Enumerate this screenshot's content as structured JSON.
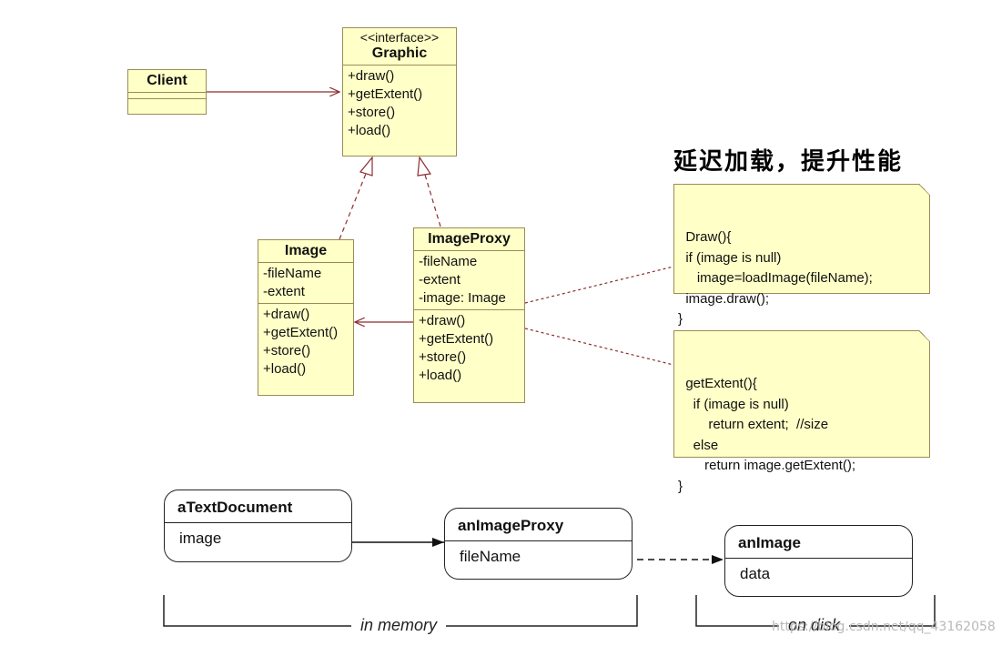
{
  "class_diagram": {
    "client": {
      "name": "Client"
    },
    "graphic": {
      "stereotype": "<<interface>>",
      "name": "Graphic",
      "operations": [
        "+draw()",
        "+getExtent()",
        "+store()",
        "+load()"
      ]
    },
    "image": {
      "name": "Image",
      "attributes": [
        "-fileName",
        "-extent"
      ],
      "operations": [
        "+draw()",
        "+getExtent()",
        "+store()",
        "+load()"
      ]
    },
    "image_proxy": {
      "name": "ImageProxy",
      "attributes": [
        "-fileName",
        "-extent",
        "-image: Image"
      ],
      "operations": [
        "+draw()",
        "+getExtent()",
        "+store()",
        "+load()"
      ]
    }
  },
  "heading": "延迟加载，提升性能",
  "notes": {
    "draw_note": "Draw(){\n  if (image is null)\n     image=loadImage(fileName);\n  image.draw();\n}",
    "extent_note": "getExtent(){\n    if (image is null)\n        return extent;  //size\n    else\n       return image.getExtent();\n}"
  },
  "object_diagram": {
    "text_document": {
      "name": "aTextDocument",
      "field": "image"
    },
    "image_proxy": {
      "name": "anImageProxy",
      "field": "fileName"
    },
    "image": {
      "name": "anImage",
      "field": "data"
    },
    "in_memory_label": "in memory",
    "on_disk_label": "on disk"
  },
  "watermark": "https://blog.csdn.net/qq_43162058"
}
